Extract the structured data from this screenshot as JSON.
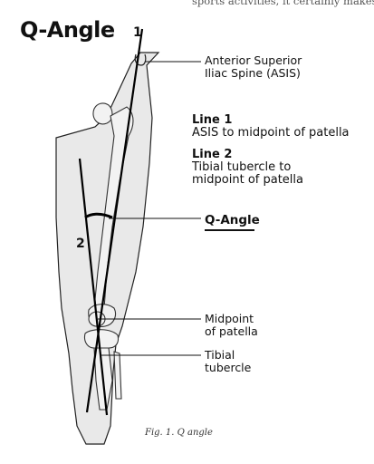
{
  "header": {
    "top_snippet": "sports activities, it certainly makes",
    "title": "Q-Angle"
  },
  "diagram": {
    "line_numbers": [
      "1",
      "2"
    ],
    "labels": {
      "asis": [
        "Anterior Superior",
        "Iliac Spine (ASIS)"
      ],
      "line1_title": "Line 1",
      "line1_desc": "ASIS to midpoint of patella",
      "line2_title": "Line 2",
      "line2_desc": [
        "Tibial tubercle to",
        "midpoint of patella"
      ],
      "q_angle": "Q-Angle",
      "midpoint": [
        "Midpoint",
        "of patella"
      ],
      "tibial": [
        "Tibial",
        "tubercle"
      ]
    },
    "caption": "Fig. 1. Q angle"
  }
}
